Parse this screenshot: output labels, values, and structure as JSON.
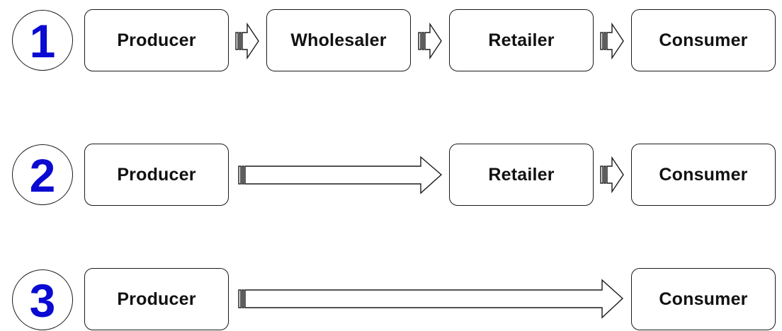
{
  "diagram": {
    "rows": [
      {
        "number": "1",
        "nodes": [
          "Producer",
          "Wholesaler",
          "Retailer",
          "Consumer"
        ]
      },
      {
        "number": "2",
        "nodes": [
          "Producer",
          "Retailer",
          "Consumer"
        ]
      },
      {
        "number": "3",
        "nodes": [
          "Producer",
          "Consumer"
        ]
      }
    ]
  },
  "colors": {
    "number": "#0a0ad2",
    "stroke": "#1a1a1a",
    "label": "#111111"
  }
}
